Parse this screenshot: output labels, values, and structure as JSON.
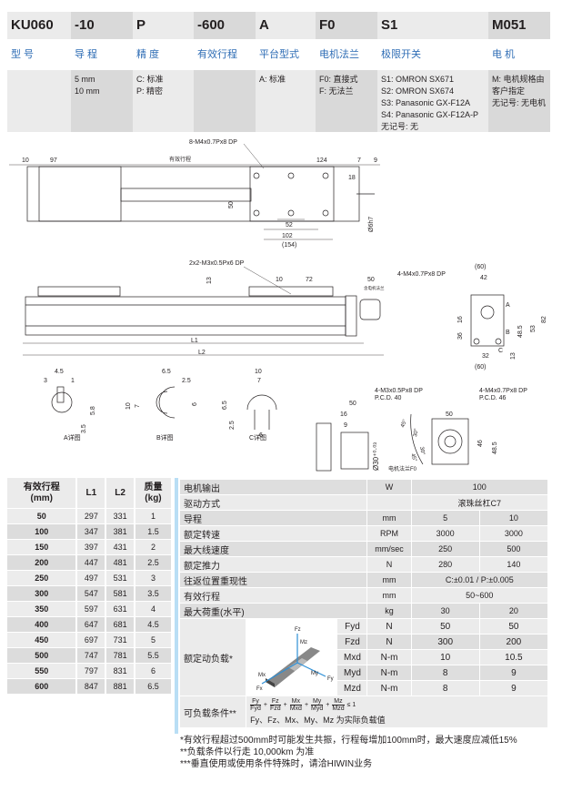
{
  "header": {
    "codes": [
      "KU060",
      "-10",
      "P",
      "-600",
      "A",
      "F0",
      "S1",
      "M051"
    ],
    "labels": [
      "型 号",
      "导 程",
      "精 度",
      "有效行程",
      "平台型式",
      "电机法兰",
      "极限开关",
      "电 机"
    ],
    "options": [
      [],
      [
        "5 mm",
        "10 mm"
      ],
      [
        "C: 标准",
        "P: 精密"
      ],
      [],
      [
        "A: 标准"
      ],
      [
        "F0: 直接式",
        "F: 无法兰"
      ],
      [
        "S1: OMRON SX671",
        "S2: OMRON SX674",
        "S3: Panasonic GX-F12A",
        "S4: Panasonic GX-F12A-P",
        "无记号: 无"
      ],
      [
        "M: 电机规格由",
        "客户指定",
        "无记号: 无电机"
      ]
    ]
  },
  "drawing": {
    "top": {
      "hole_note": "8-M4x0.7Px8 DP",
      "d10": "10",
      "d97": "97",
      "stroke": "有效行程",
      "d124": "124",
      "d7": "7",
      "d9": "9",
      "d18": "18",
      "d50": "50",
      "d52": "52",
      "d102": "102",
      "d154": "(154)",
      "shaft": "Ø6h7"
    },
    "side": {
      "hole_note": "2x2-M3x0.5Px6 DP",
      "d13": "13",
      "d10": "10",
      "d72": "72",
      "d50": "50",
      "flange": "含电机法兰",
      "L1": "L1",
      "L2": "L2"
    },
    "end": {
      "hole_note": "4-M4x0.7Px8 DP",
      "d60": "(60)",
      "d42": "42",
      "d16": "16",
      "d36": "36",
      "d32": "32",
      "d13": "13",
      "d48": "48.5",
      "d53": "53",
      "d82": "82",
      "A": "A",
      "B": "B",
      "C": "C",
      "d60b": "(60)"
    },
    "detailA": {
      "title": "A详图",
      "d45": "4.5",
      "d3": "3",
      "d1": "1",
      "d58": "5.8",
      "d35": "3.5"
    },
    "detailB": {
      "title": "B详图",
      "d65": "6.5",
      "d25": "2.5",
      "d10": "10",
      "d7": "7",
      "d6": "6"
    },
    "detailC": {
      "title": "C详图",
      "d10": "10",
      "d7": "7",
      "d65": "6.5",
      "d25": "2.5",
      "d6": "6"
    },
    "flange": {
      "title": "电机法兰F0",
      "d50": "50",
      "d16": "16",
      "d9": "9",
      "dia": "Ø30⁺⁰·⁰³",
      "note1": "4-M3x0.5Px8 DP",
      "pcd1": "P.C.D. 40",
      "note2": "4-M4x0.7Px8 DP",
      "pcd2": "P.C.D. 46",
      "a45": "45°",
      "a30": "30°",
      "a30b": "30°",
      "a45b": "45°",
      "d50b": "50",
      "d46": "46",
      "d485": "48.5"
    }
  },
  "stroke_table": {
    "headers": [
      "有效行程\n(mm)",
      "L1",
      "L2",
      "质量\n(kg)"
    ],
    "rows": [
      [
        "50",
        "297",
        "331",
        "1"
      ],
      [
        "100",
        "347",
        "381",
        "1.5"
      ],
      [
        "150",
        "397",
        "431",
        "2"
      ],
      [
        "200",
        "447",
        "481",
        "2.5"
      ],
      [
        "250",
        "497",
        "531",
        "3"
      ],
      [
        "300",
        "547",
        "581",
        "3.5"
      ],
      [
        "350",
        "597",
        "631",
        "4"
      ],
      [
        "400",
        "647",
        "681",
        "4.5"
      ],
      [
        "450",
        "697",
        "731",
        "5"
      ],
      [
        "500",
        "747",
        "781",
        "5.5"
      ],
      [
        "550",
        "797",
        "831",
        "6"
      ],
      [
        "600",
        "847",
        "881",
        "6.5"
      ]
    ]
  },
  "spec_table": {
    "rows": [
      {
        "label": "电机输出",
        "unit": "W",
        "v": [
          "100"
        ]
      },
      {
        "label": "驱动方式",
        "unit": "",
        "v": [
          "滚珠丝杠C7"
        ]
      },
      {
        "label": "导程",
        "unit": "mm",
        "v": [
          "5",
          "10"
        ]
      },
      {
        "label": "额定转速",
        "unit": "RPM",
        "v": [
          "3000",
          "3000"
        ]
      },
      {
        "label": "最大线速度",
        "unit": "mm/sec",
        "v": [
          "250",
          "500"
        ]
      },
      {
        "label": "额定推力",
        "unit": "N",
        "v": [
          "280",
          "140"
        ]
      },
      {
        "label": "往返位置重现性",
        "unit": "mm",
        "v": [
          "C:±0.01 / P:±0.005"
        ]
      },
      {
        "label": "有效行程",
        "unit": "mm",
        "v": [
          "50~600"
        ]
      },
      {
        "label": "最大荷重(水平)",
        "unit": "kg",
        "v": [
          "30",
          "20"
        ]
      }
    ],
    "load_label": "额定动负载*",
    "load_rows": [
      [
        "Fyd",
        "N",
        "50",
        "50"
      ],
      [
        "Fzd",
        "N",
        "300",
        "200"
      ],
      [
        "Mxd",
        "N-m",
        "10",
        "10.5"
      ],
      [
        "Myd",
        "N-m",
        "8",
        "9"
      ],
      [
        "Mzd",
        "N-m",
        "8",
        "9"
      ]
    ],
    "axes": {
      "fz": "Fz",
      "mz": "Mz",
      "mx": "Mx",
      "fx": "Fx",
      "my": "My",
      "fy": "Fy"
    },
    "cond_label": "可负载条件**",
    "formula": {
      "n": [
        "Fy",
        "Fz",
        "Mx",
        "My",
        "Mz"
      ],
      "d": [
        "Fyd",
        "Fzd",
        "Mxd",
        "Myd",
        "Mzd"
      ],
      "plus": "+",
      "le": "≤ 1"
    },
    "cond_note": "Fy、Fz、Mx、My、Mz 为实际负载值"
  },
  "notes": [
    "*有效行程超过500mm时可能发生共振，行程每增加100mm时，最大速度应减低15%",
    "**负载条件以行走 10,000km 为准",
    "***垂直使用或使用条件特殊时，请洽HIWIN业务"
  ]
}
